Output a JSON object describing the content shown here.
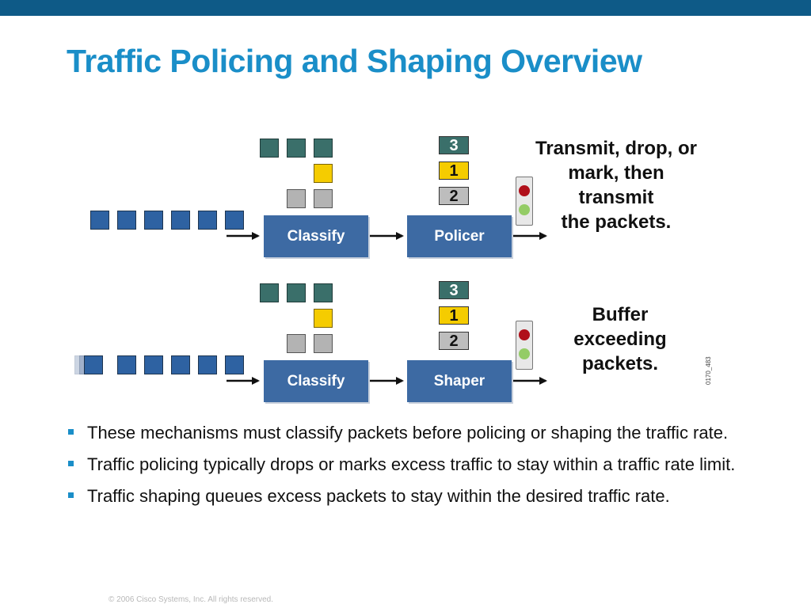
{
  "title": "Traffic Policing and Shaping Overview",
  "diagram": {
    "policing_row": {
      "classify_label": "Classify",
      "stage_label": "Policer",
      "queue_numbers": [
        "3",
        "1",
        "2"
      ],
      "caption_lines": [
        "Transmit, drop, or",
        "mark, then",
        "transmit",
        "the packets."
      ]
    },
    "shaping_row": {
      "classify_label": "Classify",
      "stage_label": "Shaper",
      "queue_numbers": [
        "3",
        "1",
        "2"
      ],
      "caption_lines": [
        "Buffer",
        "exceeding",
        "packets."
      ]
    },
    "figure_code": "0170_483"
  },
  "bullets": [
    "These mechanisms must classify packets before policing or shaping the traffic rate.",
    "Traffic policing typically drops or marks excess traffic to stay within a traffic rate limit.",
    "Traffic shaping queues excess packets to stay within the desired traffic rate."
  ],
  "footer": "© 2006 Cisco Systems, Inc. All rights reserved.",
  "colors": {
    "header_bar": "#0e5a87",
    "title": "#1a8ec8",
    "process_box": "#3d6aa3",
    "packet_blue": "#2e62a2",
    "packet_teal": "#3a6f6a",
    "packet_yellow": "#f5cc00",
    "packet_gray": "#b3b3b3"
  }
}
